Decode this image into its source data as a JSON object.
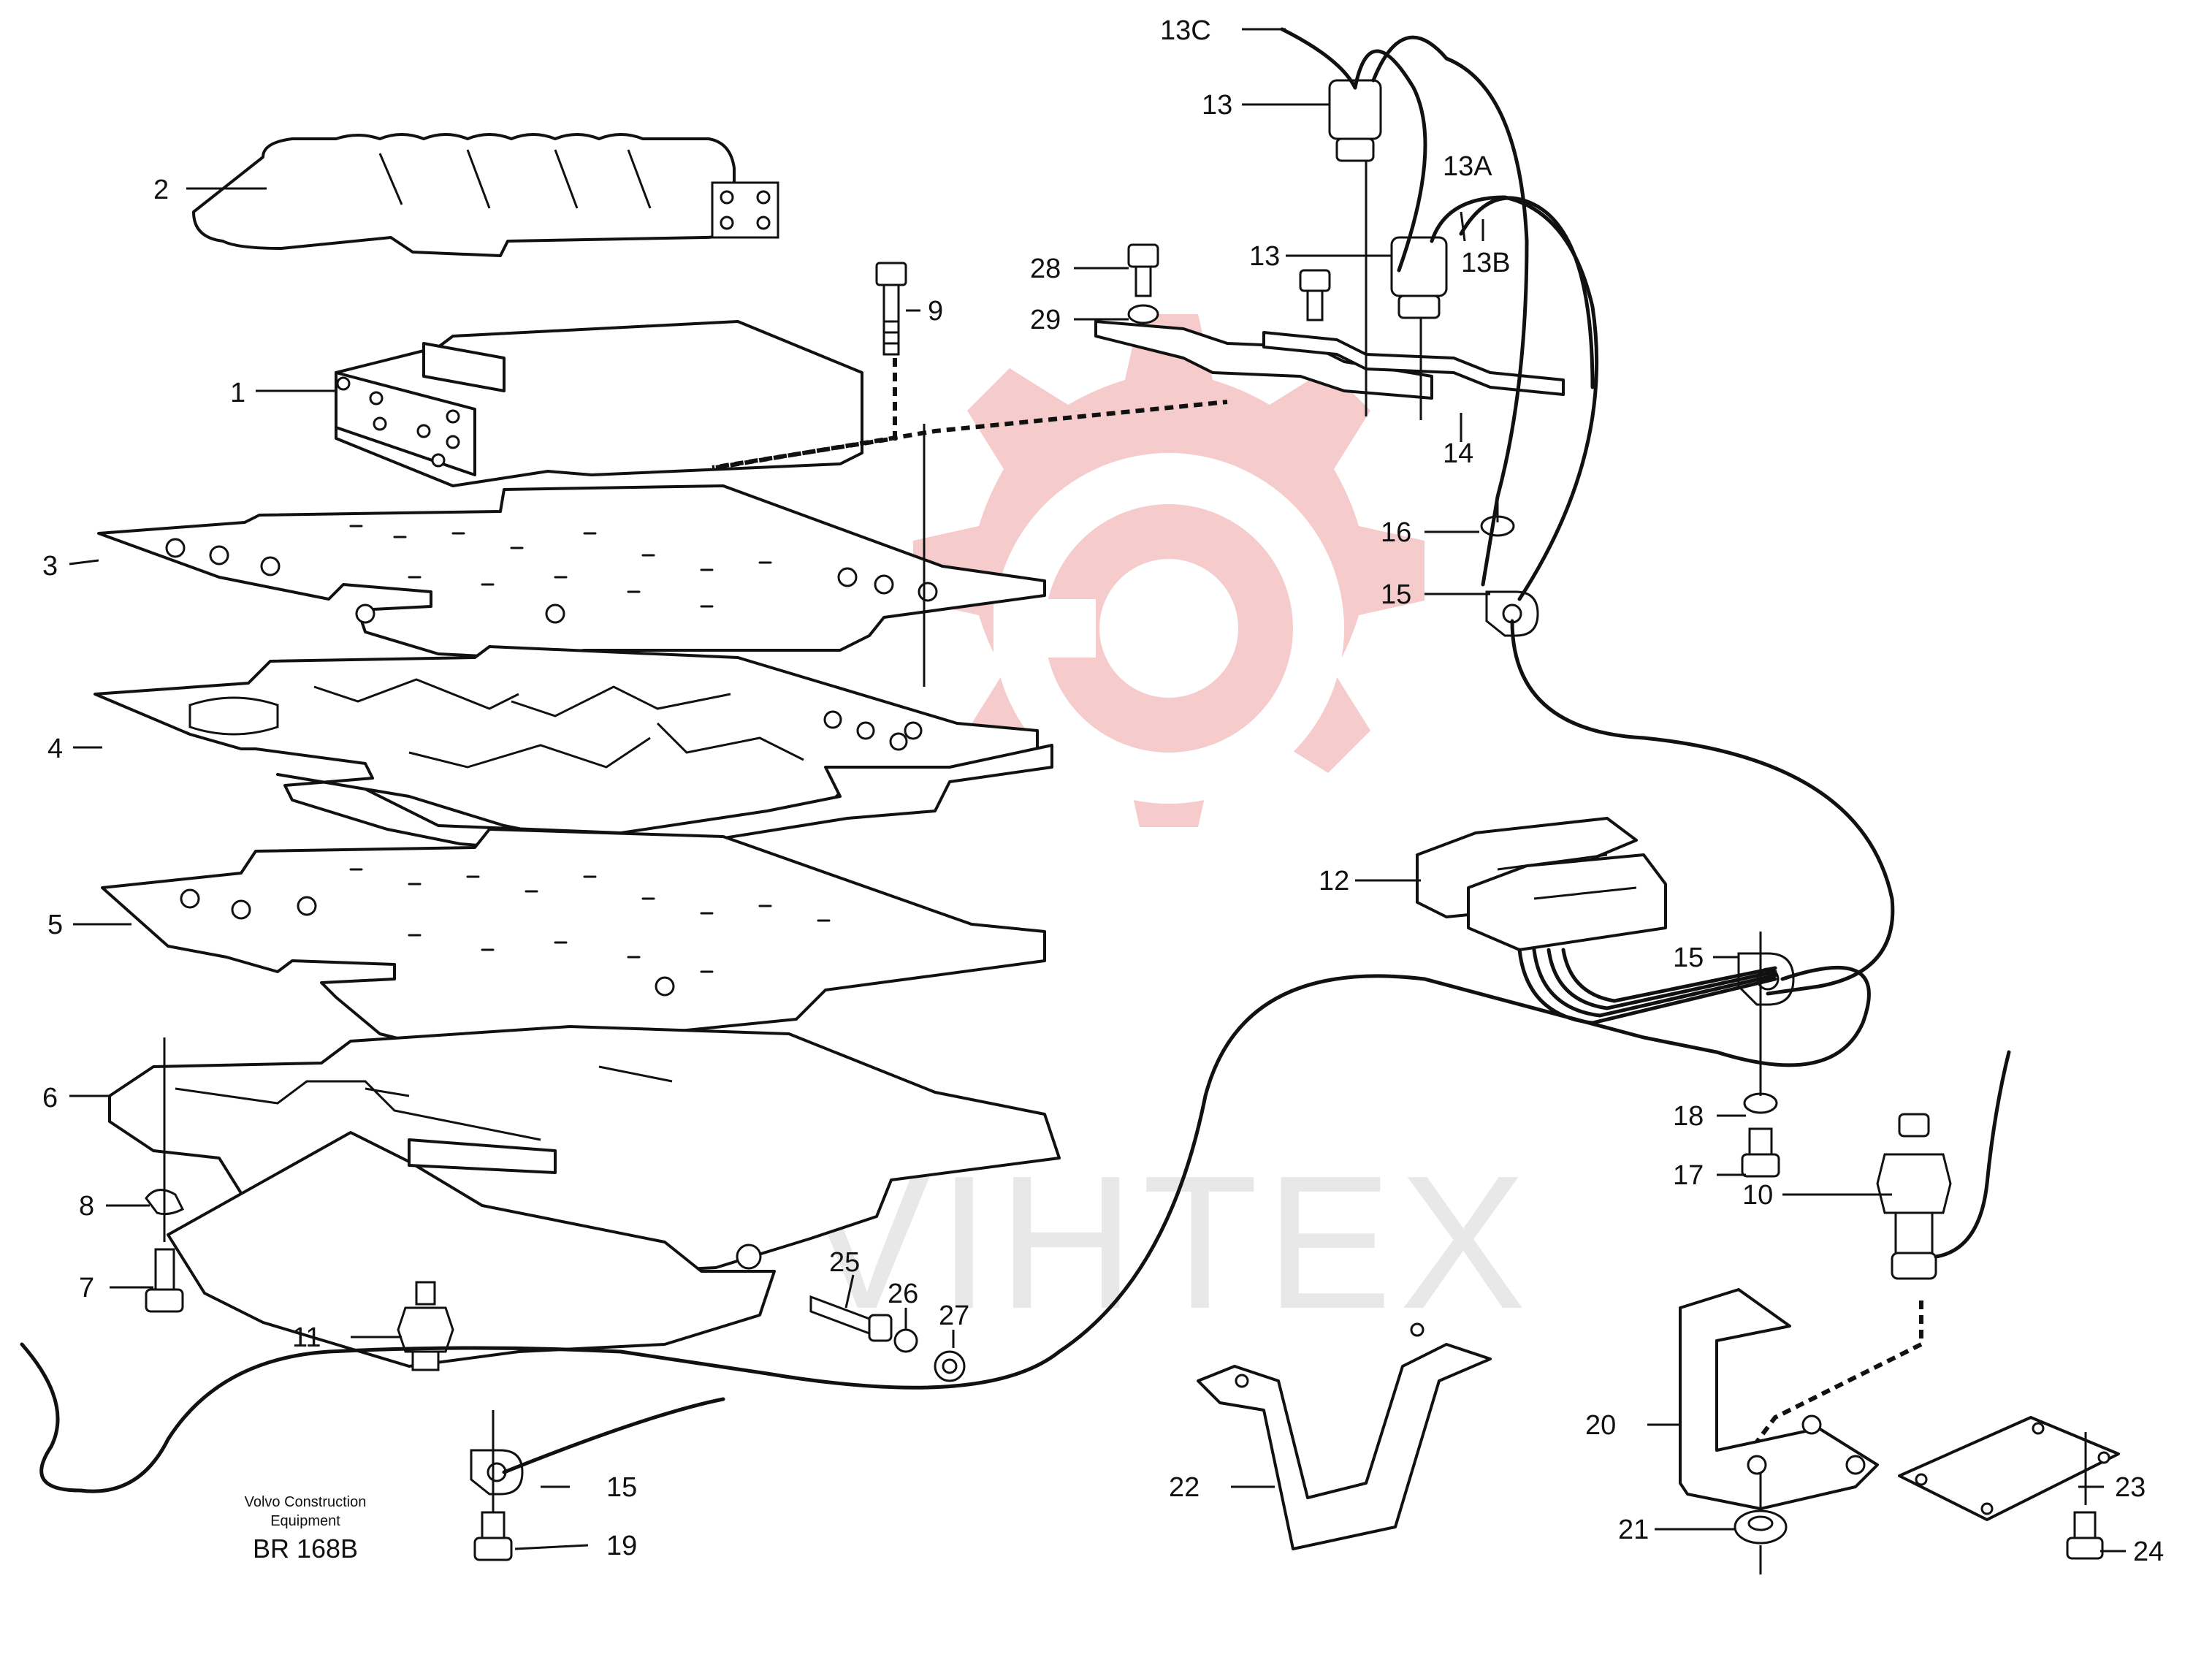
{
  "diagram": {
    "caption": {
      "company_line1": "Volvo Construction",
      "company_line2": "Equipment",
      "code": "BR 168B"
    },
    "watermark": {
      "text": "VIHTEX",
      "color": "#e8e8e8",
      "gear_color": "#f5c2c2"
    },
    "callouts": [
      {
        "id": "1",
        "text": "1"
      },
      {
        "id": "2",
        "text": "2"
      },
      {
        "id": "3",
        "text": "3"
      },
      {
        "id": "4",
        "text": "4"
      },
      {
        "id": "5",
        "text": "5"
      },
      {
        "id": "6",
        "text": "6"
      },
      {
        "id": "7",
        "text": "7"
      },
      {
        "id": "8",
        "text": "8"
      },
      {
        "id": "9",
        "text": "9"
      },
      {
        "id": "10",
        "text": "10"
      },
      {
        "id": "11",
        "text": "11"
      },
      {
        "id": "12",
        "text": "12"
      },
      {
        "id": "13",
        "text": "13"
      },
      {
        "id": "13b",
        "text": "13"
      },
      {
        "id": "13A",
        "text": "13A"
      },
      {
        "id": "13B",
        "text": "13B"
      },
      {
        "id": "13C",
        "text": "13C"
      },
      {
        "id": "14",
        "text": "14"
      },
      {
        "id": "15a",
        "text": "15"
      },
      {
        "id": "15b",
        "text": "15"
      },
      {
        "id": "15c",
        "text": "15"
      },
      {
        "id": "16",
        "text": "16"
      },
      {
        "id": "17",
        "text": "17"
      },
      {
        "id": "18",
        "text": "18"
      },
      {
        "id": "19",
        "text": "19"
      },
      {
        "id": "20",
        "text": "20"
      },
      {
        "id": "21",
        "text": "21"
      },
      {
        "id": "22",
        "text": "22"
      },
      {
        "id": "23",
        "text": "23"
      },
      {
        "id": "24",
        "text": "24"
      },
      {
        "id": "25",
        "text": "25"
      },
      {
        "id": "26",
        "text": "26"
      },
      {
        "id": "27",
        "text": "27"
      },
      {
        "id": "28",
        "text": "28"
      },
      {
        "id": "29",
        "text": "29"
      }
    ]
  }
}
